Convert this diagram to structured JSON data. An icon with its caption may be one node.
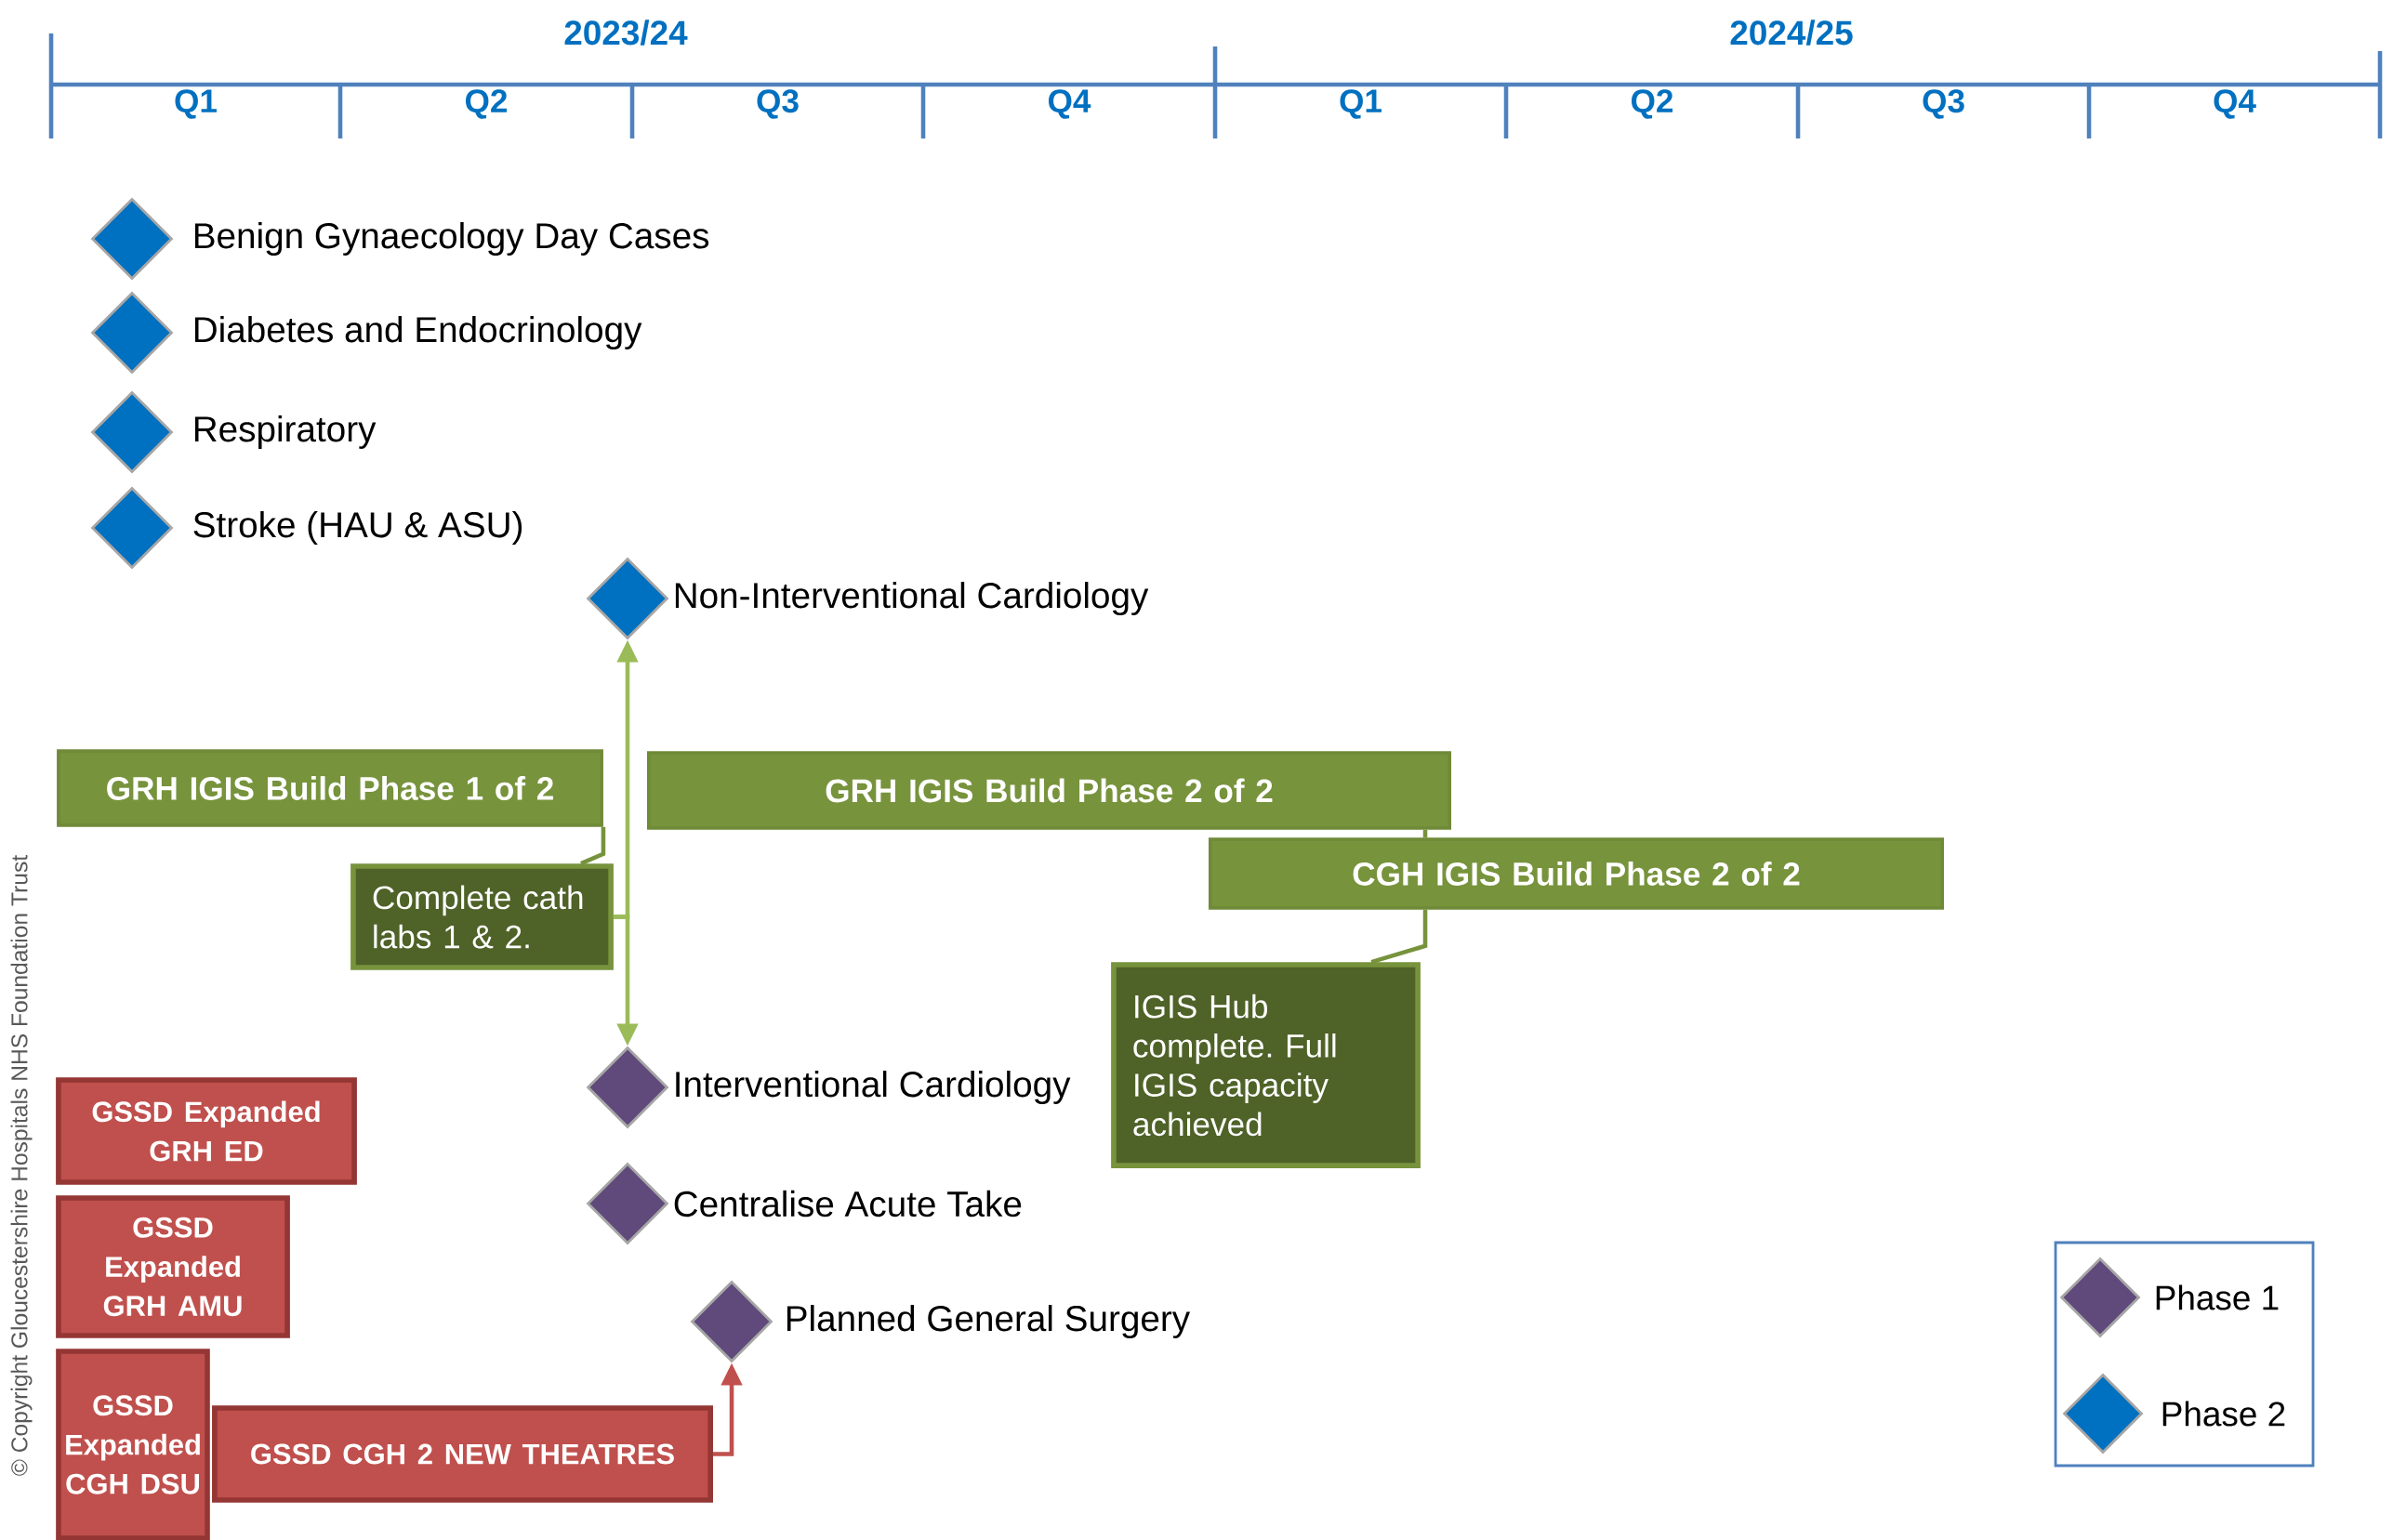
{
  "diagram": {
    "nodes": [
      {
        "text": [],
        "shape": "diamond",
        "beside": [
          "Benign Gynaecology Day Cases"
        ]
      },
      {
        "text": [],
        "shape": "diamond",
        "beside": [
          "Diabetes and Endocrinology"
        ]
      },
      {
        "text": [],
        "shape": "diamond",
        "beside": [
          "Respiratory"
        ]
      },
      {
        "text": [],
        "shape": "diamond",
        "beside": [
          "Stroke (HAU & ASU)"
        ]
      },
      {
        "text": [],
        "shape": "diamond",
        "beside": [
          "Non-Interventional Cardiology"
        ]
      },
      {
        "text": [
          "GRH IGIS Build Phase 1 of 2"
        ]
      },
      {
        "text": [
          "GRH IGIS Build Phase 2 of 2"
        ]
      },
      {
        "text": [
          "CGH IGIS Build Phase 2 of 2"
        ]
      },
      {
        "text": [
          "Complete cath labs 1 & 2."
        ]
      },
      {
        "text": [
          "IGIS Hub complete. Full IGIS capacity achieved"
        ]
      },
      {
        "text": [],
        "shape": "diamond",
        "beside": [
          "Interventional Cardiology"
        ]
      },
      {
        "text": [
          "GSSD Expanded GRH ED"
        ]
      },
      {
        "text": [],
        "shape": "diamond",
        "beside": [
          "Centralise Acute Take"
        ]
      },
      {
        "text": [
          "GSSD Expanded GRH AMU"
        ]
      },
      {
        "text": [],
        "shape": "diamond",
        "beside": [
          "Planned General Surgery"
        ]
      },
      {
        "text": [
          "GSSD Expanded CGH DSU"
        ]
      },
      {
        "text": [
          "GSSD CGH 2 NEW THEATRES"
        ]
      }
    ],
    "edges": [
      {
        "from": 8,
        "to": 5,
        "arrow": "none",
        "color": "#77933c"
      },
      {
        "from": 8,
        "to": 4,
        "arrow": "to",
        "color": "#9bbb59"
      },
      {
        "from": 8,
        "to": 10,
        "arrow": "to",
        "color": "#9bbb59"
      },
      {
        "from": 9,
        "to": 7,
        "arrow": "none",
        "color": "#77933c"
      },
      {
        "from": 7,
        "to": 6,
        "arrow": "none",
        "color": "#77933c"
      },
      {
        "from": 16,
        "to": 14,
        "arrow": "to",
        "color": "#c0504d"
      }
    ],
    "labels": [
      "2023/24",
      "2024/25",
      "Q1",
      "Q2",
      "Q3",
      "Q4",
      "Q1",
      "Q2",
      "Q3",
      "Q4",
      "© Copyright Gloucestershire Hospitals NHS Foundation Trust"
    ],
    "legend": [
      {
        "text": "Phase 1"
      },
      {
        "text": "Phase 2"
      }
    ]
  }
}
